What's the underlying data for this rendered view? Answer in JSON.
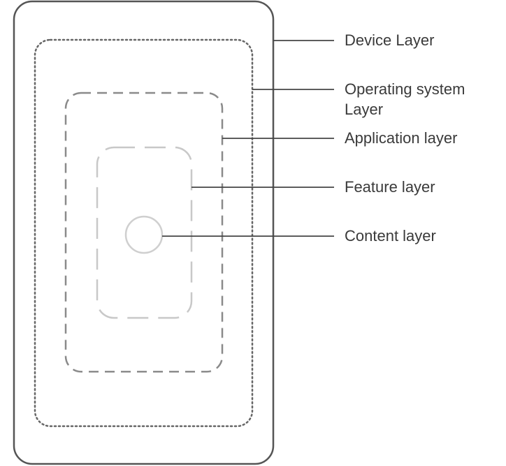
{
  "layers": [
    {
      "id": "device",
      "label": "Device Layer"
    },
    {
      "id": "os",
      "label_line1": "Operating system",
      "label_line2": "Layer"
    },
    {
      "id": "application",
      "label": "Application layer"
    },
    {
      "id": "feature",
      "label": "Feature layer"
    },
    {
      "id": "content",
      "label": "Content layer"
    }
  ],
  "colors": {
    "device_outline": "#555555",
    "os_outline": "#666666",
    "application_outline": "#8a8a8a",
    "feature_outline": "#c8c8c8",
    "content_outline": "#cfcfcf",
    "leader_line": "#444444",
    "label_text": "#3a3a3a"
  }
}
